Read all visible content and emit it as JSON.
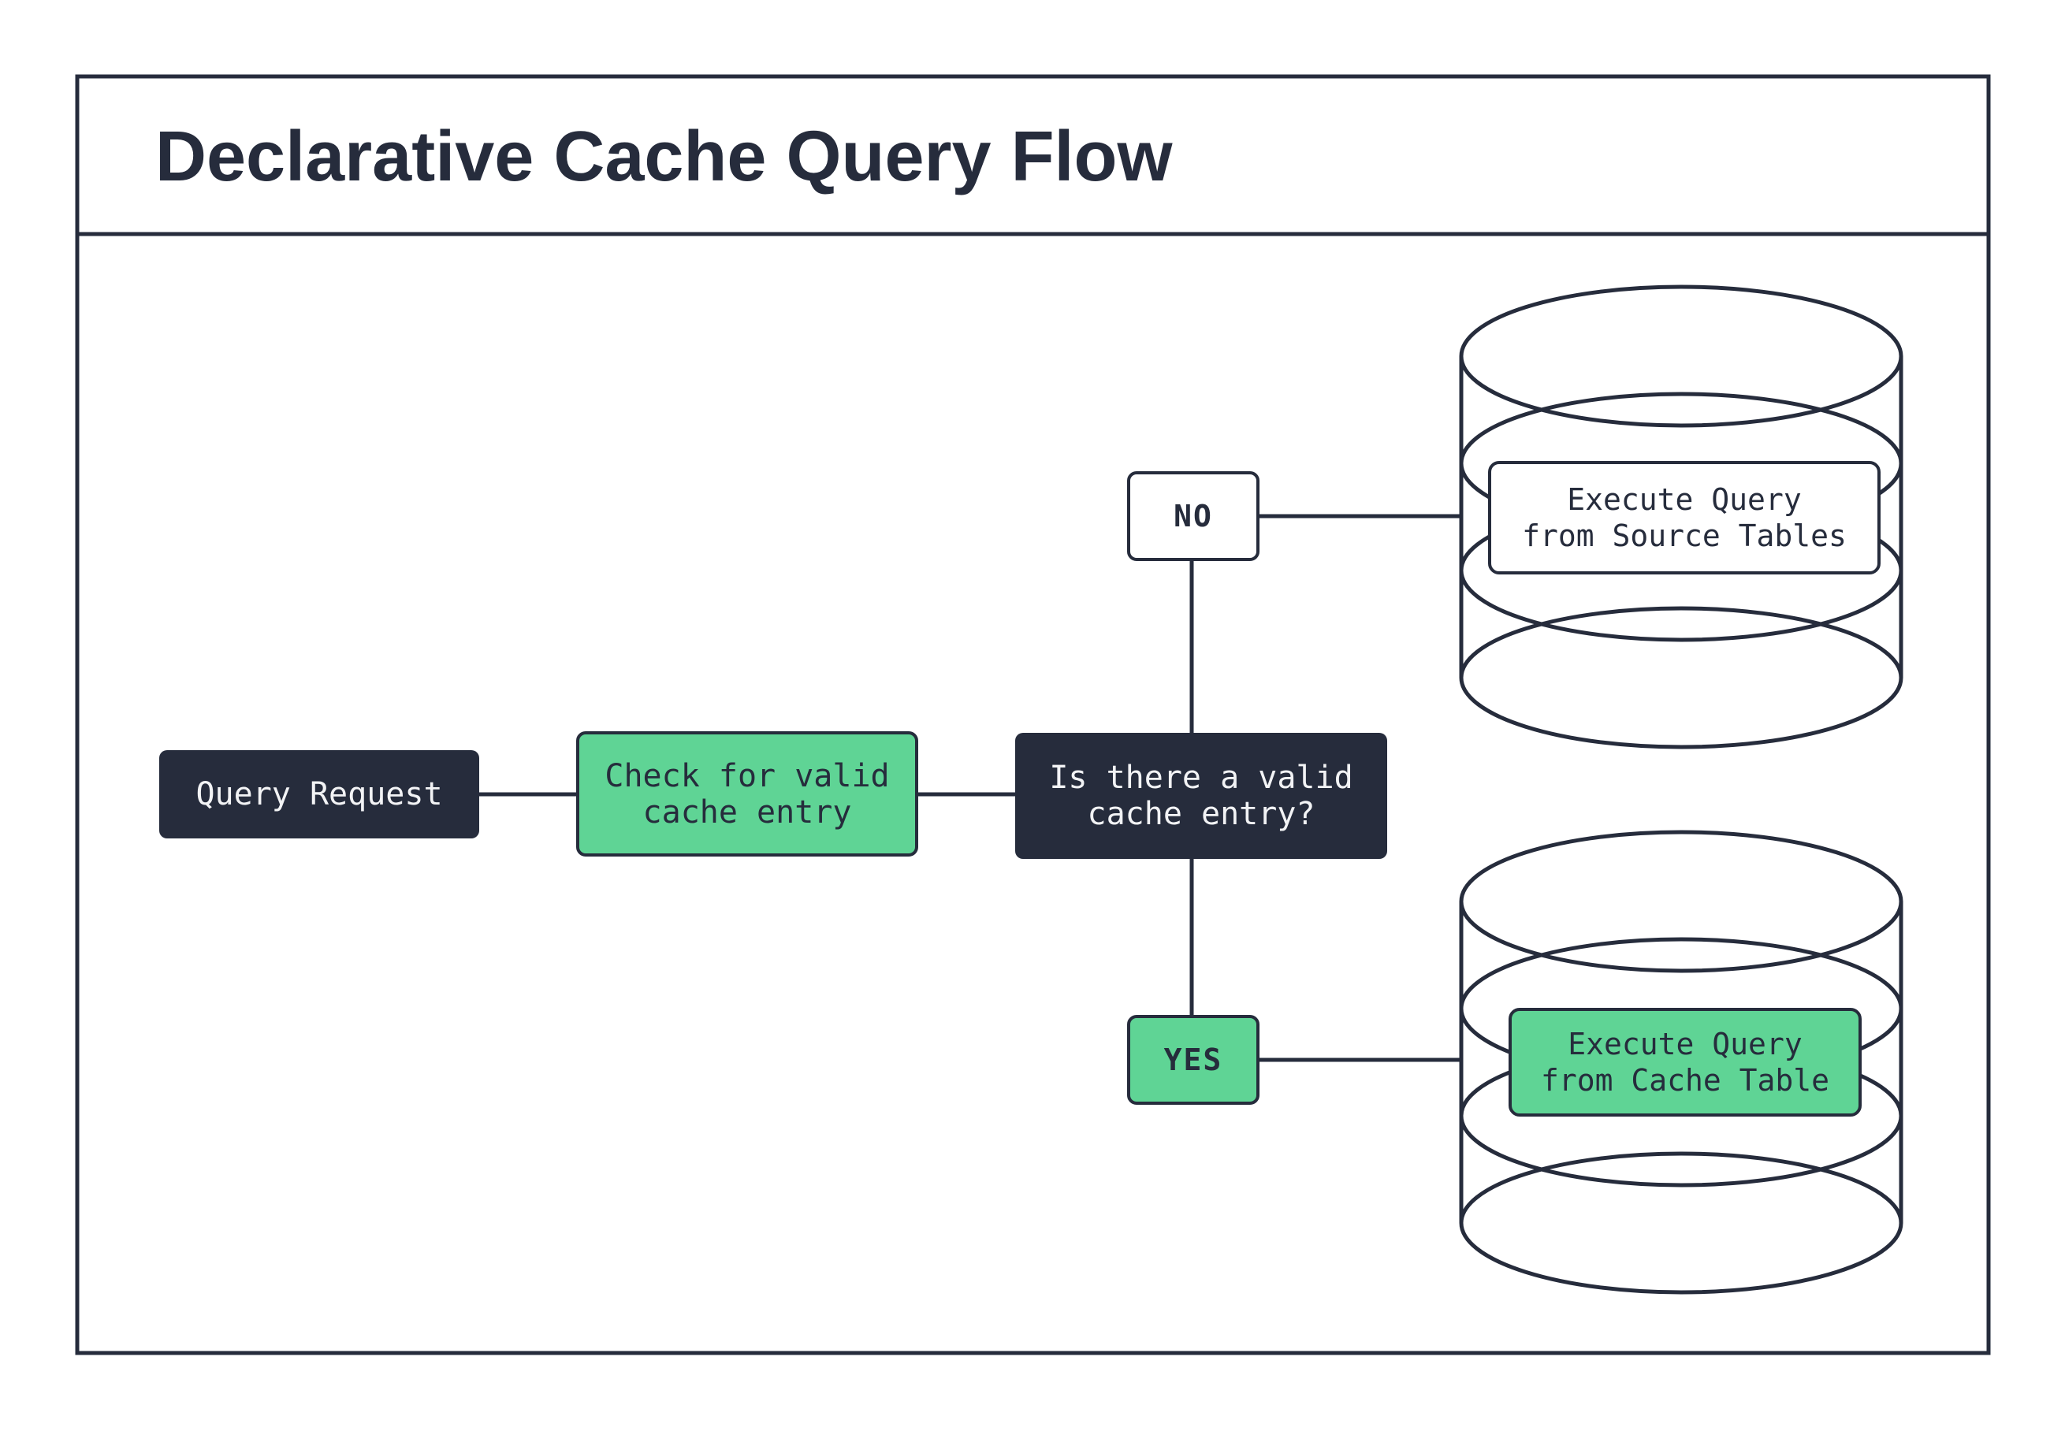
{
  "title": "Declarative Cache Query Flow",
  "colors": {
    "dark": "#262c3c",
    "green": "#5fd495",
    "white": "#ffffff",
    "light_text": "#f2f3f5"
  },
  "flow": {
    "nodes": {
      "query_request": {
        "label": "Query Request"
      },
      "check_cache": {
        "label": "Check for valid cache entry",
        "lines": [
          "Check for valid",
          "cache entry"
        ]
      },
      "decision": {
        "label": "Is there a valid cache entry?",
        "lines": [
          "Is there a valid",
          "cache entry?"
        ]
      },
      "no_branch": {
        "label": "NO"
      },
      "yes_branch": {
        "label": "YES"
      },
      "source_db": {
        "label": "Execute Query from Source Tables",
        "lines": [
          "Execute Query",
          "from Source Tables"
        ]
      },
      "cache_db": {
        "label": "Execute Query from Cache Table",
        "lines": [
          "Execute Query",
          "from Cache Table"
        ]
      }
    }
  }
}
